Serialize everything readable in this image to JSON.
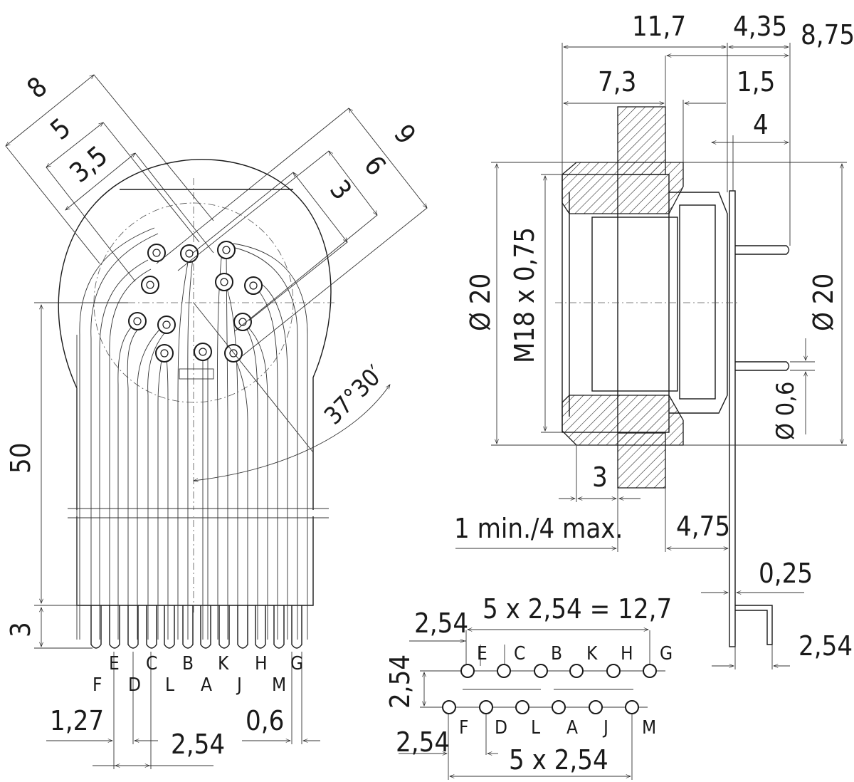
{
  "front_view": {
    "dimensions": {
      "d8": "8",
      "d5": "5",
      "d3_5": "3,5",
      "d9": "9",
      "d6": "6",
      "d3": "3",
      "d50": "50",
      "d3_bottom": "3",
      "angle": "37°30′",
      "d1_27": "1,27",
      "d2_54": "2,54",
      "d0_6": "0,6"
    },
    "pin_letters_upper": [
      "E",
      "C",
      "B",
      "K",
      "H",
      "G"
    ],
    "pin_letters_lower": [
      "F",
      "D",
      "L",
      "A",
      "J",
      "M"
    ]
  },
  "side_view": {
    "dimensions": {
      "d11_7": "11,7",
      "d4_35": "4,35",
      "d8_75": "8,75",
      "d7_3": "7,3",
      "d1_5": "1,5",
      "d4": "4",
      "dia20_left": "Ø 20",
      "thread": "M18 x 0,75",
      "dia20_right": "Ø 20",
      "dia0_6": "Ø 0,6",
      "d3": "3",
      "panel": "1 min./4 max.",
      "d4_75": "4,75",
      "d0_25": "0,25",
      "d2_54": "2,54"
    }
  },
  "pcb_layout": {
    "dimensions": {
      "d2_54_top": "2,54",
      "row_span": "5 x 2,54 = 12,7",
      "d2_54_vertical": "2,54",
      "d2_54_bottom": "2,54",
      "bottom_span": "5 x 2,54"
    },
    "row_top_letters": [
      "E",
      "C",
      "B",
      "K",
      "H",
      "G"
    ],
    "row_bottom_letters": [
      "F",
      "D",
      "L",
      "A",
      "J",
      "M"
    ]
  }
}
